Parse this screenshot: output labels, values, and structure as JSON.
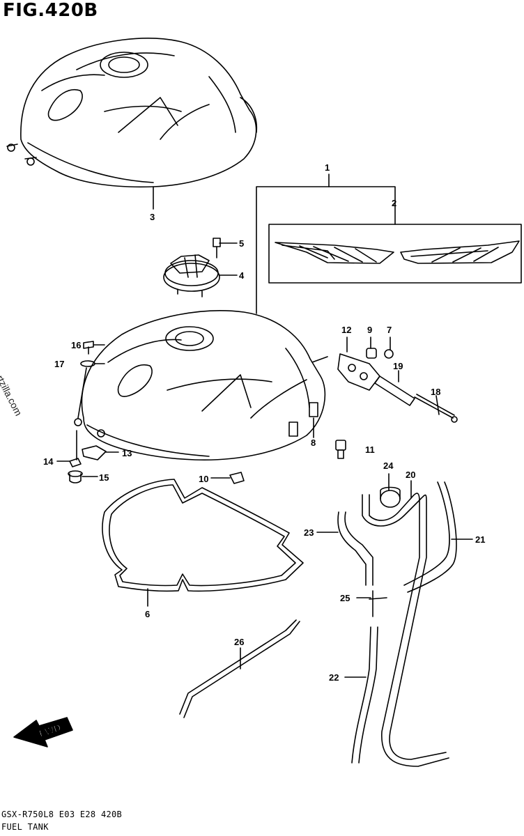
{
  "figure": {
    "title": "FIG.420B",
    "watermark": "© Partzilla.com",
    "footer_line1": "GSX-R750L8  E03  E28  420B",
    "footer_line2": "FUEL TANK",
    "fwd_label": "FWD"
  },
  "callouts": [
    "1",
    "2",
    "3",
    "4",
    "5",
    "6",
    "7",
    "8",
    "9",
    "10",
    "11",
    "12",
    "13",
    "14",
    "15",
    "16",
    "17",
    "18",
    "19",
    "20",
    "21",
    "22",
    "23",
    "24",
    "25",
    "26"
  ]
}
